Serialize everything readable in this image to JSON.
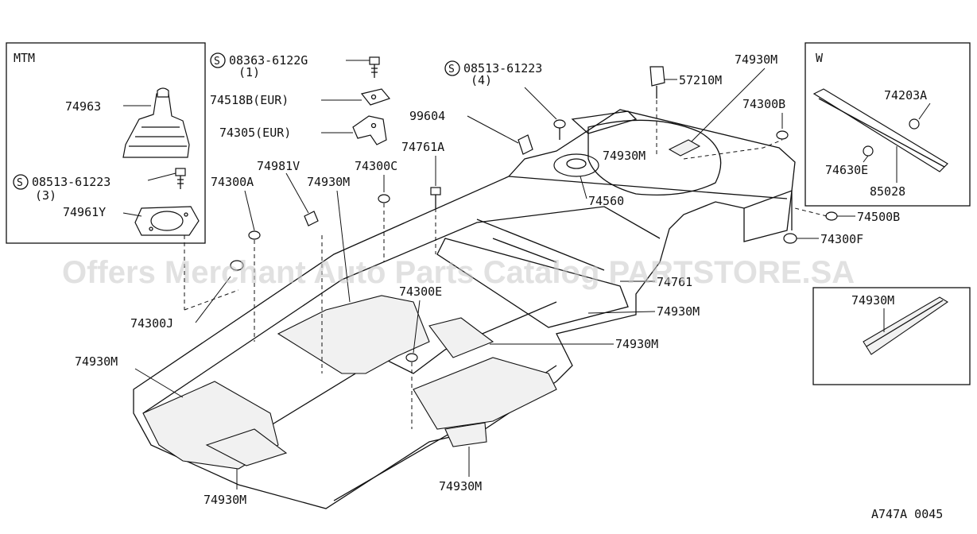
{
  "boxes": {
    "mtm": "MTM",
    "w": "W"
  },
  "parts": {
    "p74963": "74963",
    "p08513_a": "08513-61223",
    "p08513_a_qty": "(3)",
    "p74961y": "74961Y",
    "p08363": "08363-6122G",
    "p08363_qty": "(1)",
    "p74518b": "74518B(EUR)",
    "p74305": "74305(EUR)",
    "p74981v": "74981V",
    "p74300a": "74300A",
    "p74930m_1": "74930M",
    "p74300c": "74300C",
    "p74761a": "74761A",
    "p99604": "99604",
    "p08513_b": "08513-61223",
    "p08513_b_qty": "(4)",
    "p74560": "74560",
    "p57210m": "57210M",
    "p74930m_2": "74930M",
    "p74930m_3": "74930M",
    "p74300b": "74300B",
    "p74203a": "74203A",
    "p74630e": "74630E",
    "p85028": "85028",
    "p74500b": "74500B",
    "p74300f": "74300F",
    "p74761": "74761",
    "p74930m_4": "74930M",
    "p74930m_5": "74930M",
    "p74300e": "74300E",
    "p74300j": "74300J",
    "p74930m_6": "74930M",
    "p74930m_7": "74930M",
    "p74930m_8": "74930M",
    "p74930m_9": "74930M"
  },
  "screw_symbol": "S",
  "watermark": "Offers Merchant Auto Parts Catalog PARTSTORE.SA",
  "figure_code": "A747A 0045"
}
